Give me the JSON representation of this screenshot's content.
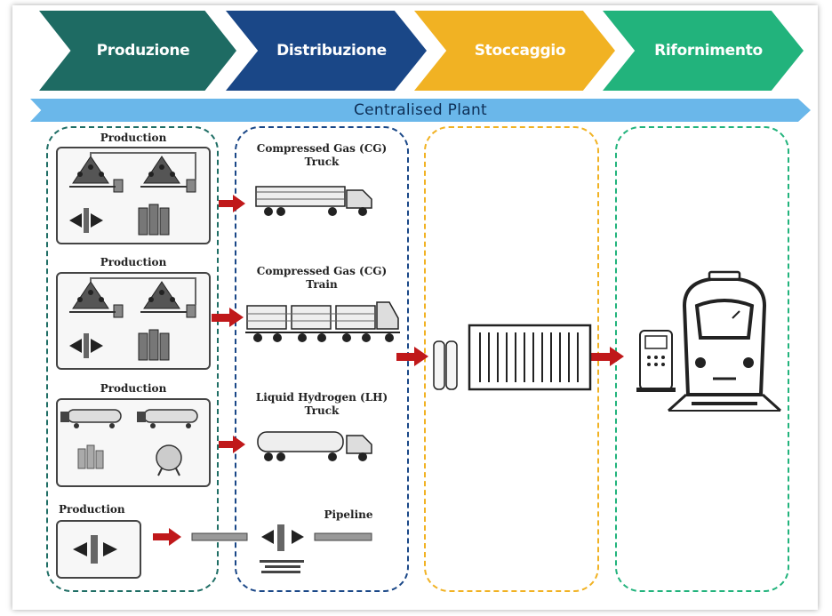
{
  "stages": [
    {
      "label": "Produzione",
      "color": "#1e6b63"
    },
    {
      "label": "Distribuzione",
      "color": "#1a4787"
    },
    {
      "label": "Stoccaggio",
      "color": "#f1b223"
    },
    {
      "label": "Rifornimento",
      "color": "#22b37c"
    }
  ],
  "banner": {
    "label": "Centralised Plant",
    "color": "#6ab7ea"
  },
  "production": {
    "labels": [
      "Production",
      "Production",
      "Production",
      "Production"
    ]
  },
  "distribution": {
    "cg_truck": "Compressed Gas (CG) Truck",
    "cg_train": "Compressed Gas (CG) Train",
    "lh_truck": "Liquid Hydrogen (LH) Truck",
    "pipeline": "Pipeline"
  },
  "arrow_color": "#c0181a"
}
